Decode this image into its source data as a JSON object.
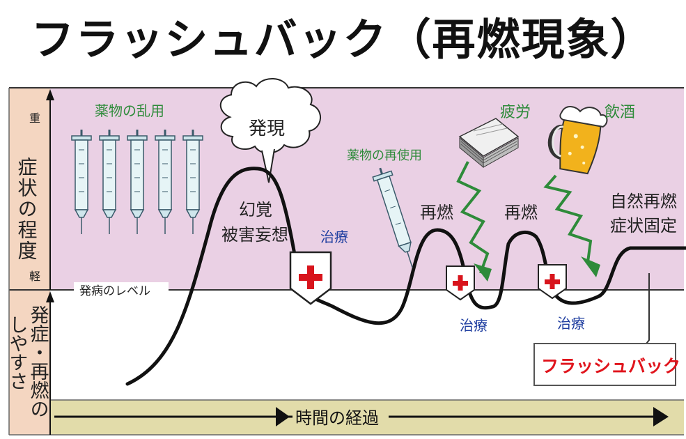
{
  "title": "フラッシュバック（再燃現象）",
  "colors": {
    "upper_zone": "#ead0e4",
    "axis_panel": "#f4d6c1",
    "time_bar": "#e2dcaa",
    "curve": "#111111",
    "green_label": "#2e8b3a",
    "blue_label": "#1f3ea0",
    "red_cross": "#d8141c",
    "flashback_red": "#e0141c"
  },
  "y_axis": {
    "label_upper": "症状の程度",
    "heavy": "重",
    "light": "軽",
    "label_lower_col1": "発症・再燃の",
    "label_lower_col2": "しやすさ"
  },
  "onset_level": "発病のレベル",
  "x_axis": {
    "label": "時間の経過"
  },
  "annotations": {
    "drug_abuse": "薬物の乱用",
    "onset_cloud": "発現",
    "hallucination_1": "幻覚",
    "hallucination_2": "被害妄想",
    "treatment_1": "治療",
    "drug_reuse": "薬物の再使用",
    "relapse_1": "再燃",
    "fatigue": "疲労",
    "treatment_2": "治療",
    "relapse_2": "再燃",
    "drinking": "飲酒",
    "treatment_3": "治療",
    "spontaneous_1": "自然再燃",
    "spontaneous_2": "症状固定",
    "flashback": "フラッシュバック"
  },
  "icons": {
    "syringe": "syringe-icon",
    "cloud": "thought-cloud-icon",
    "medical_cross": "medical-cross-icon",
    "papers": "paper-stack-icon",
    "beer": "beer-mug-icon",
    "lightning": "lightning-arrow-icon"
  }
}
